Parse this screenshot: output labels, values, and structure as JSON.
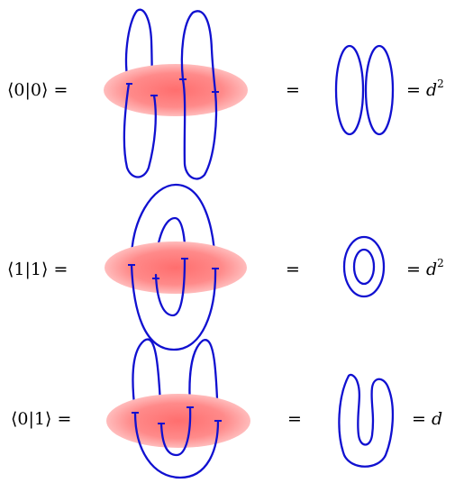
{
  "equations": [
    {
      "lhs": "⟨0|0⟩ =",
      "middle": "=",
      "rhs_base": "= d",
      "rhs_power": "2"
    },
    {
      "lhs": "⟨1|1⟩ =",
      "middle": "=",
      "rhs_base": "= d",
      "rhs_power": "2"
    },
    {
      "lhs": "⟨0|1⟩ =",
      "middle": "=",
      "rhs_base": "= d",
      "rhs_power": ""
    }
  ],
  "colors": {
    "loop": "#1010d0",
    "ellipse_center": "#ff6b6b",
    "ellipse_edge": "#ffb2b2"
  }
}
